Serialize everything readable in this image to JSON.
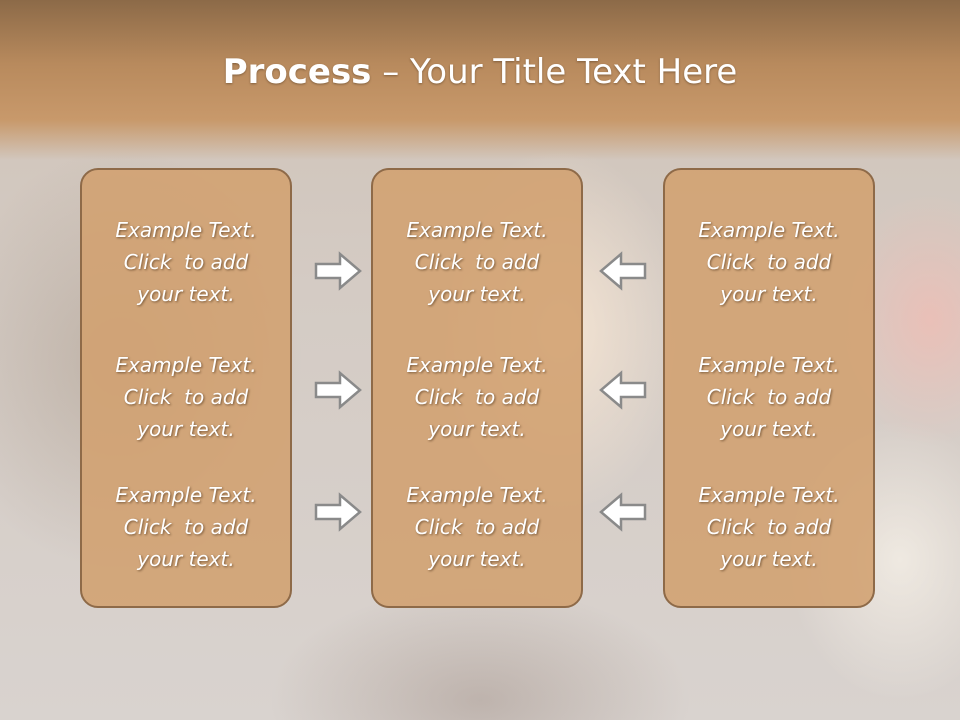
{
  "slide": {
    "title_bold": "Process",
    "title_rest": " – Your Title Text Here"
  },
  "columns": [
    {
      "blocks": [
        {
          "line1": "Example Text.",
          "line2": "Click  to add",
          "line3": "your text."
        },
        {
          "line1": "Example Text.",
          "line2": "Click  to add",
          "line3": "your text."
        },
        {
          "line1": "Example Text.",
          "line2": "Click  to add",
          "line3": "your text."
        }
      ]
    },
    {
      "blocks": [
        {
          "line1": "Example Text.",
          "line2": "Click  to add",
          "line3": "your text."
        },
        {
          "line1": "Example Text.",
          "line2": "Click  to add",
          "line3": "your text."
        },
        {
          "line1": "Example Text.",
          "line2": "Click  to add",
          "line3": "your text."
        }
      ]
    },
    {
      "blocks": [
        {
          "line1": "Example Text.",
          "line2": "Click  to add",
          "line3": "your text."
        },
        {
          "line1": "Example Text.",
          "line2": "Click  to add",
          "line3": "your text."
        },
        {
          "line1": "Example Text.",
          "line2": "Click  to add",
          "line3": "your text."
        }
      ]
    }
  ],
  "arrows": {
    "left_group": [
      "right-arrow-icon",
      "right-arrow-icon",
      "right-arrow-icon"
    ],
    "right_group": [
      "left-arrow-icon",
      "left-arrow-icon",
      "left-arrow-icon"
    ],
    "fill": "#ffffff",
    "stroke": "#8a8a8a"
  },
  "colors": {
    "header": "#b88a5d",
    "panel_fill": "#d1a070",
    "panel_border": "#8e6a48",
    "text": "#ffffff"
  }
}
